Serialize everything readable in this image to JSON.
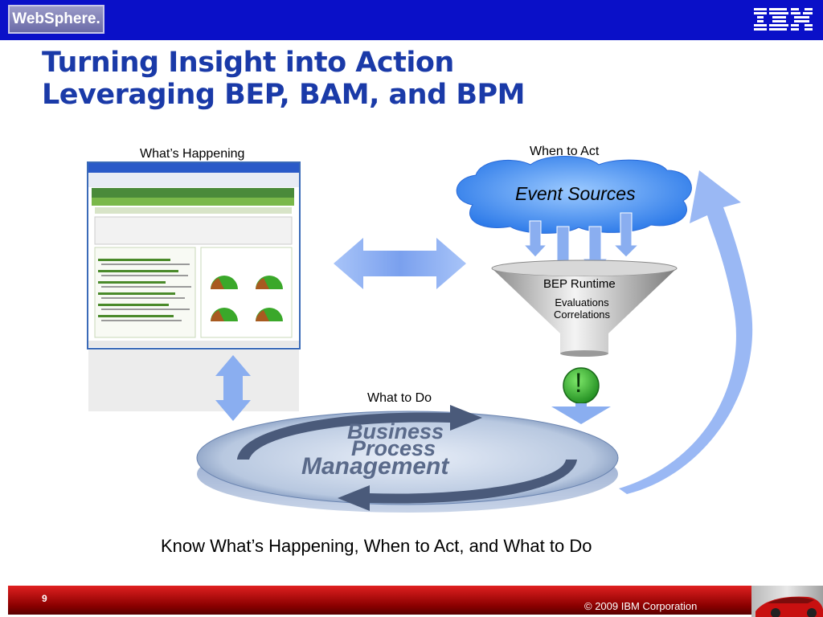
{
  "header": {
    "websphere_logo": "WebSphere.",
    "ibm_logo": "IBM"
  },
  "title": {
    "line1": "Turning Insight into Action",
    "line2": "Leveraging BEP, BAM, and BPM"
  },
  "diagram": {
    "whats_happening": "What’s Happening",
    "when_to_act": "When to Act",
    "event_sources": "Event Sources",
    "bep_runtime": "BEP Runtime",
    "evaluations": "Evaluations",
    "correlations": "Correlations",
    "what_to_do": "What to Do",
    "bpm_line1": "Business",
    "bpm_line2": "Process",
    "bpm_line3": "Management",
    "alert_mark": "!"
  },
  "tagline": "Know What’s Happening, When to Act, and What to Do",
  "footer": {
    "page_number": "9",
    "copyright": "© 2009 IBM Corporation"
  },
  "colors": {
    "header_blue": "#0a10c8",
    "title_blue": "#1a3aa8",
    "arrow_blue": "#8aaef0",
    "cloud_blue": "#4a90f0",
    "alert_green": "#3aaa2a",
    "footer_red": "#c01010"
  }
}
